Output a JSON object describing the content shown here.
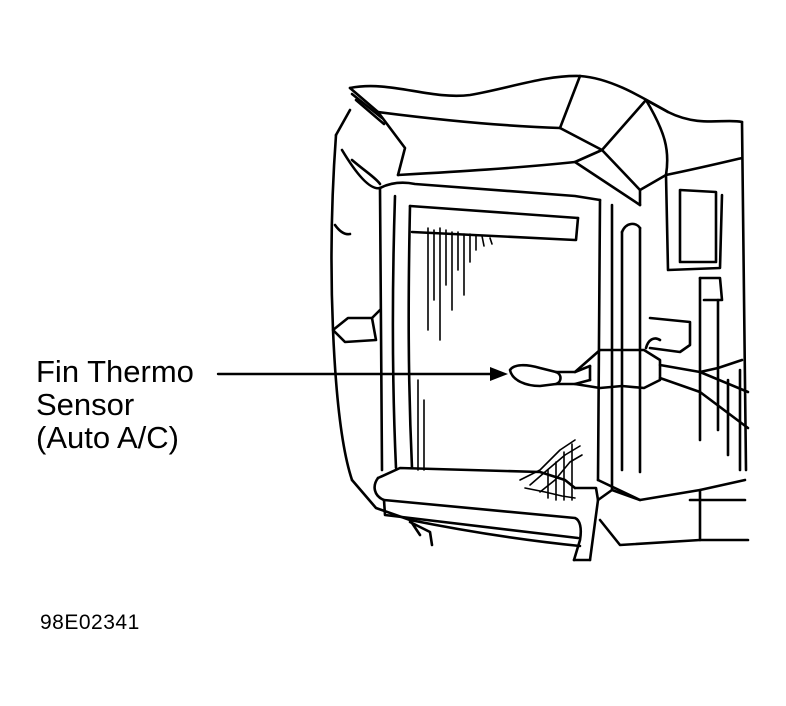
{
  "callout": {
    "line1": "Fin Thermo",
    "line2": "Sensor",
    "line3": "(Auto A/C)"
  },
  "figure_id": "98E02341",
  "colors": {
    "ink": "#000000",
    "paper": "#ffffff"
  }
}
